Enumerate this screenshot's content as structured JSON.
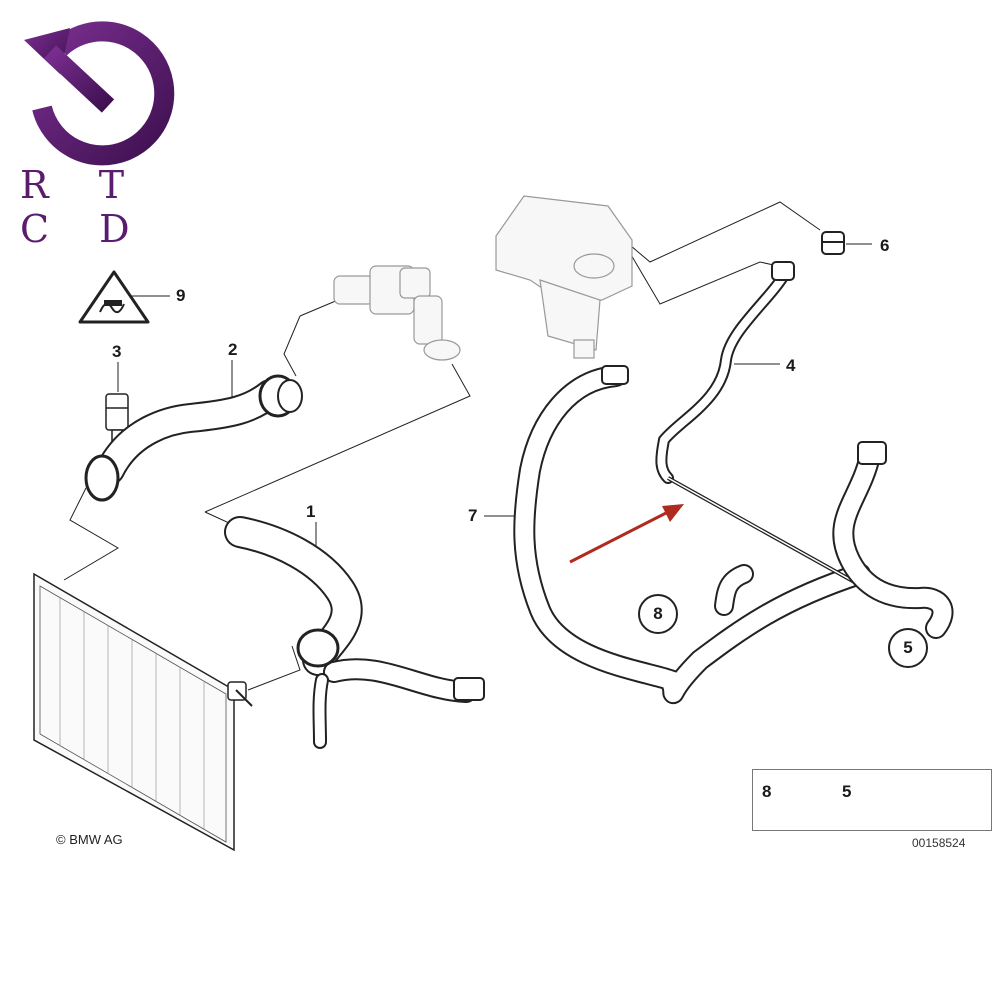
{
  "branding": {
    "logo_letters": "R T C D",
    "logo_icon": "circular-arrow-icon"
  },
  "copyright": "© BMW AG",
  "document_number": "00158524",
  "callouts": {
    "c1": "1",
    "c2": "2",
    "c3": "3",
    "c4": "4",
    "c5": "5",
    "c6": "6",
    "c7": "7",
    "c8": "8",
    "c9": "9"
  },
  "legend": {
    "item1": "8",
    "item2": "5"
  },
  "colors": {
    "logo": "#5a1c6e",
    "arrow": "#b02a1f",
    "line": "#222222"
  }
}
